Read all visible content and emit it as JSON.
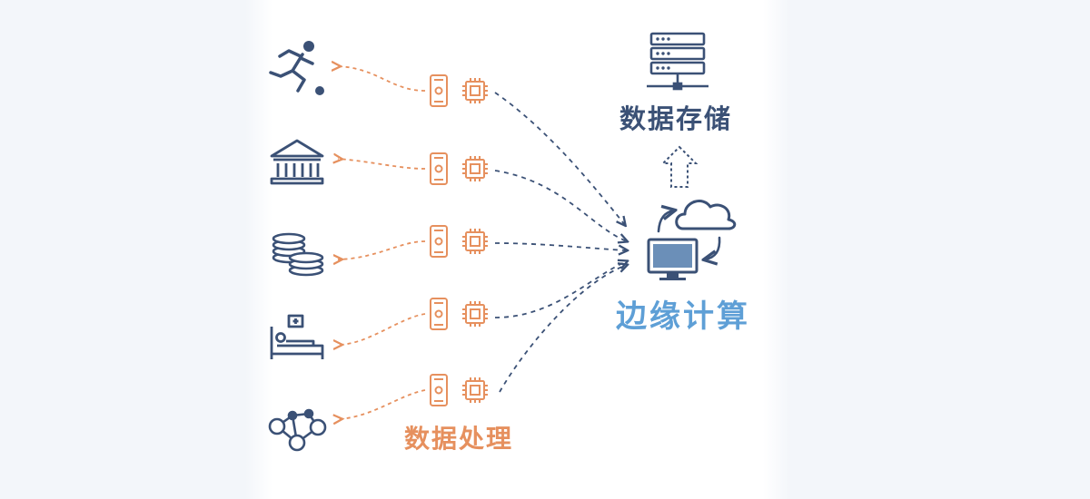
{
  "labels": {
    "data_storage": "数据存储",
    "edge_computing": "边缘计算",
    "data_processing": "数据处理"
  },
  "colors": {
    "navy": "#3b5176",
    "orange": "#e6905e",
    "light_blue": "#5e9fd6",
    "bg_panel": "#ffffff",
    "bg_outer": "#f3f6fa"
  },
  "sources": [
    {
      "icon": "running-person-icon"
    },
    {
      "icon": "bank-icon"
    },
    {
      "icon": "coin-stack-icon"
    },
    {
      "icon": "hospital-bed-icon"
    },
    {
      "icon": "people-network-icon"
    }
  ]
}
